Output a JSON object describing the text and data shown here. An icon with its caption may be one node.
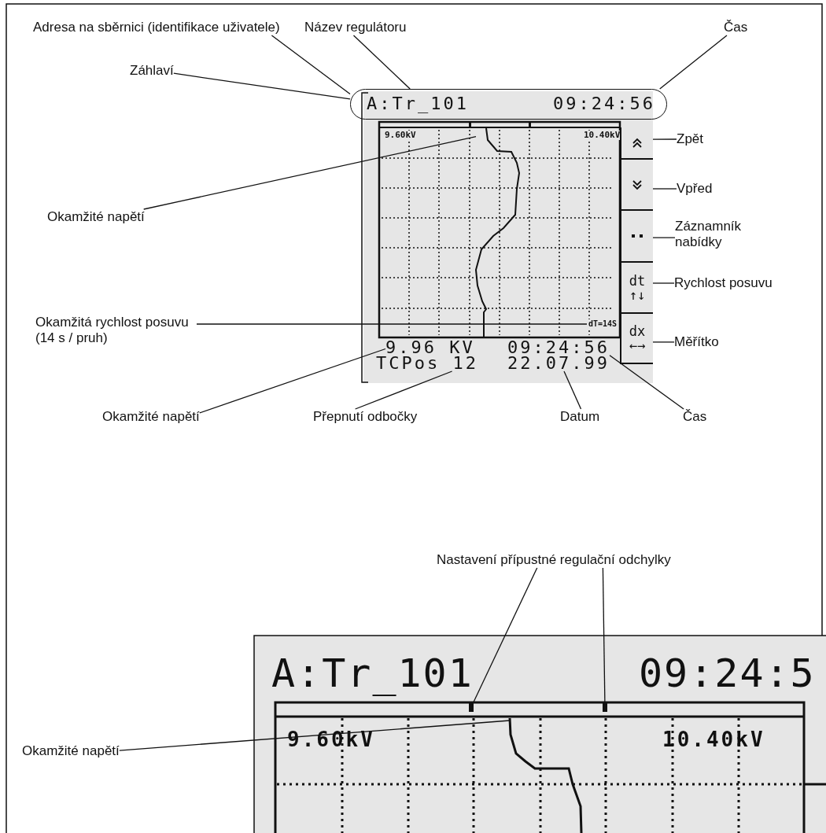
{
  "diagram": {
    "nodes": [
      {
        "text": [
          "Adresa na sběrnici (identifikace uživatele)"
        ]
      },
      {
        "text": [
          "Název regulátoru"
        ]
      },
      {
        "text": [
          "Čas"
        ]
      },
      {
        "text": [
          "Záhlaví"
        ]
      },
      {
        "text": [
          "A:Tr_101",
          "09:24:56"
        ]
      },
      {
        "text": [
          "Zpět"
        ]
      },
      {
        "text": [],
        "shape": "box"
      },
      {
        "text": [
          "Vpřed"
        ]
      },
      {
        "text": [],
        "shape": "box"
      },
      {
        "text": [
          "Okamžité napětí"
        ]
      },
      {
        "text": [],
        "shape": "line"
      },
      {
        "text": [
          "Záznamník nabídky"
        ]
      },
      {
        "text": [],
        "shape": "box"
      },
      {
        "text": [
          "Rychlost posuvu"
        ]
      },
      {
        "text": [
          "dt ↑↓"
        ]
      },
      {
        "text": [
          "Okamžitá rychlost posuvu (14 s / pruh)"
        ]
      },
      {
        "text": [
          "dT=14S"
        ]
      },
      {
        "text": [
          "Měřítko"
        ]
      },
      {
        "text": [
          "dx ←→"
        ]
      },
      {
        "text": [
          "9.96 KV"
        ]
      },
      {
        "text": [
          "TCPos 12"
        ]
      },
      {
        "text": [
          "22.07.99"
        ]
      },
      {
        "text": [
          "09:24:56"
        ]
      },
      {
        "text": [
          "Okamžité napětí"
        ]
      },
      {
        "text": [
          "Přepnutí odbočky"
        ]
      },
      {
        "text": [
          "Datum"
        ]
      },
      {
        "text": [
          "Čas"
        ]
      },
      {
        "text": [
          "Nastavení přípustné regulační odchylky"
        ]
      },
      {
        "text": [],
        "shape": "bar"
      },
      {
        "text": [],
        "shape": "bar"
      },
      {
        "text": [
          "Okamžité napětí"
        ]
      },
      {
        "text": [],
        "shape": "line"
      }
    ],
    "edges": [
      {
        "from": 0,
        "to": 4,
        "arrow": "none"
      },
      {
        "from": 1,
        "to": 4,
        "arrow": "none"
      },
      {
        "from": 2,
        "to": 4,
        "arrow": "none"
      },
      {
        "from": 3,
        "to": 4,
        "arrow": "none"
      },
      {
        "from": 5,
        "to": 6,
        "arrow": "none"
      },
      {
        "from": 7,
        "to": 8,
        "arrow": "none"
      },
      {
        "from": 9,
        "to": 10,
        "arrow": "none"
      },
      {
        "from": 11,
        "to": 12,
        "arrow": "none"
      },
      {
        "from": 13,
        "to": 14,
        "arrow": "none"
      },
      {
        "from": 15,
        "to": 16,
        "arrow": "none"
      },
      {
        "from": 17,
        "to": 18,
        "arrow": "none"
      },
      {
        "from": 23,
        "to": 19,
        "arrow": "none"
      },
      {
        "from": 24,
        "to": 20,
        "arrow": "none"
      },
      {
        "from": 25,
        "to": 21,
        "arrow": "none"
      },
      {
        "from": 26,
        "to": 22,
        "arrow": "none"
      },
      {
        "from": 27,
        "to": 28,
        "arrow": "none"
      },
      {
        "from": 27,
        "to": 29,
        "arrow": "none"
      },
      {
        "from": 30,
        "to": 31,
        "arrow": "none"
      }
    ],
    "labels": [
      "9.60kV",
      "10.40kV",
      "A:Tr_101",
      "09:24:5",
      "9.60kV",
      "10.40kV"
    ]
  }
}
